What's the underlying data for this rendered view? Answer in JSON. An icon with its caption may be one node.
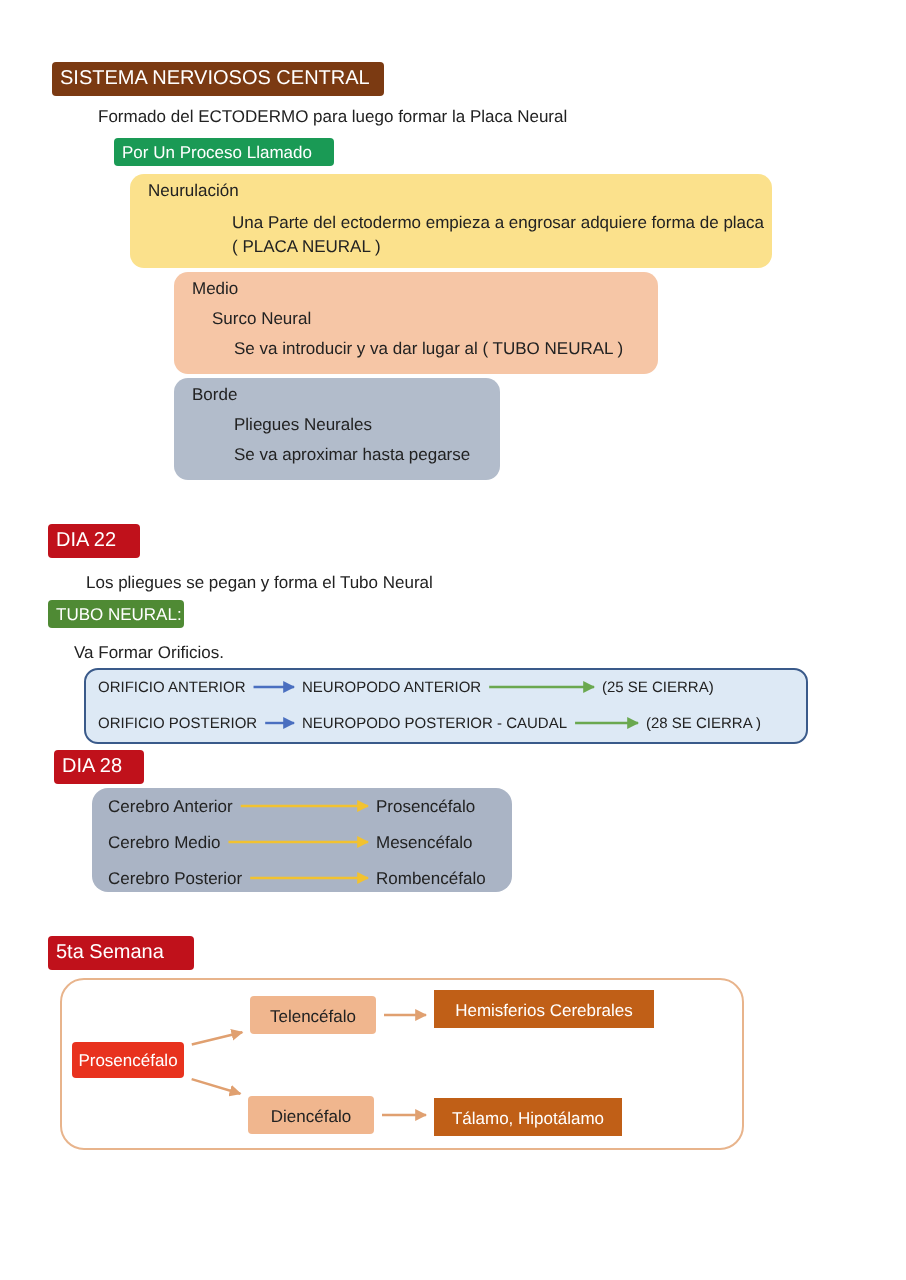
{
  "diagram": {
    "nodes": [
      {
        "text": [
          "SISTEMA NERVIOSOS CENTRAL"
        ]
      },
      {
        "text": [
          "Por Un Proceso Llamado"
        ]
      },
      {
        "text": [
          "Neurulación",
          "Una Parte del ectodermo empieza a engrosar adquiere forma de placa ( PLACA NEURAL )"
        ]
      },
      {
        "text": [
          "Medio",
          "Surco Neural",
          "Se va introducir y va dar lugar al ( TUBO NEURAL )"
        ]
      },
      {
        "text": [
          "Borde",
          "Pliegues Neurales",
          "Se va aproximar hasta pegarse"
        ]
      },
      {
        "text": [
          "DIA 22"
        ]
      },
      {
        "text": [
          "TUBO NEURAL:"
        ]
      },
      {
        "text": [],
        "shape": "box"
      },
      {
        "text": [
          "ORIFICIO ANTERIOR"
        ],
        "in": 7
      },
      {
        "text": [
          "NEUROPODO ANTERIOR"
        ],
        "in": 7
      },
      {
        "text": [
          "(25 SE CIERRA)"
        ],
        "in": 7
      },
      {
        "text": [
          "ORIFICIO POSTERIOR"
        ],
        "in": 7
      },
      {
        "text": [
          "NEUROPODO POSTERIOR - CAUDAL"
        ],
        "in": 7
      },
      {
        "text": [
          "(28 SE CIERRA )"
        ],
        "in": 7
      },
      {
        "text": [
          "DIA 28"
        ]
      },
      {
        "text": [],
        "shape": "box"
      },
      {
        "text": [
          "Cerebro Anterior"
        ],
        "in": 15
      },
      {
        "text": [
          "Prosencéfalo"
        ],
        "in": 15
      },
      {
        "text": [
          "Cerebro Medio"
        ],
        "in": 15
      },
      {
        "text": [
          "Mesencéfalo"
        ],
        "in": 15
      },
      {
        "text": [
          "Cerebro Posterior"
        ],
        "in": 15
      },
      {
        "text": [
          "Rombencéfalo"
        ],
        "in": 15
      },
      {
        "text": [
          "5ta Semana"
        ]
      },
      {
        "text": [],
        "shape": "box"
      },
      {
        "text": [
          "Prosencéfalo"
        ],
        "in": 23
      },
      {
        "text": [
          "Telencéfalo"
        ],
        "in": 23
      },
      {
        "text": [
          "Hemisferios Cerebrales"
        ],
        "in": 23
      },
      {
        "text": [
          "Diencéfalo"
        ],
        "in": 23
      },
      {
        "text": [
          "Tálamo, Hipotálamo"
        ],
        "in": 23
      }
    ],
    "edges": [
      {
        "from": 8,
        "to": 9,
        "arrow": "to",
        "color": "#4a6fc0"
      },
      {
        "from": 9,
        "to": 10,
        "arrow": "to",
        "color": "#6aa84f"
      },
      {
        "from": 11,
        "to": 12,
        "arrow": "to",
        "color": "#4a6fc0"
      },
      {
        "from": 12,
        "to": 13,
        "arrow": "to",
        "color": "#6aa84f"
      },
      {
        "from": 16,
        "to": 17,
        "arrow": "to",
        "color": "#f2c230"
      },
      {
        "from": 18,
        "to": 19,
        "arrow": "to",
        "color": "#f2c230"
      },
      {
        "from": 20,
        "to": 21,
        "arrow": "to",
        "color": "#f2c230"
      },
      {
        "from": 24,
        "to": 25,
        "arrow": "to",
        "color": "#e0a070"
      },
      {
        "from": 24,
        "to": 27,
        "arrow": "to",
        "color": "#e0a070"
      },
      {
        "from": 25,
        "to": 26,
        "arrow": "to",
        "color": "#e0a070"
      },
      {
        "from": 27,
        "to": 28,
        "arrow": "to",
        "color": "#e0a070"
      }
    ],
    "labels": [
      "Formado del ECTODERMO para luego formar la Placa Neural",
      "Los pliegues se pegan y forma el Tubo Neural",
      "Va Formar Orificios."
    ]
  }
}
